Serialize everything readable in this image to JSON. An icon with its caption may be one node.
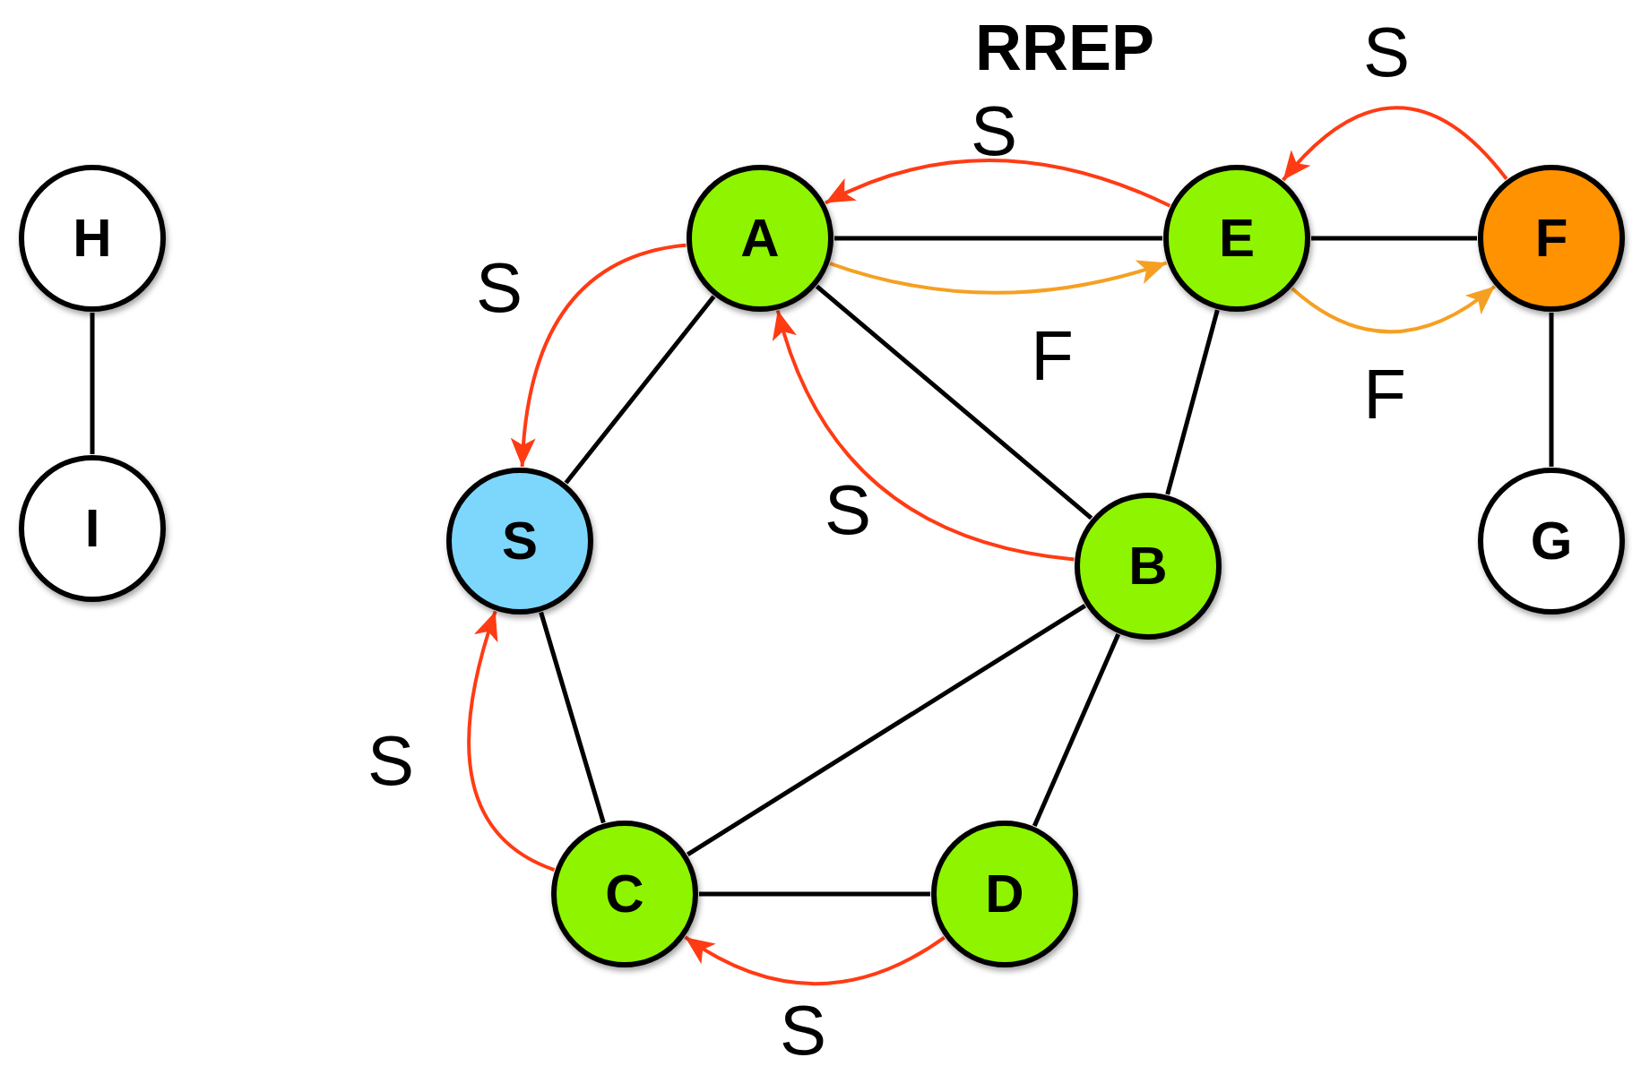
{
  "diagram": {
    "title": "RREP",
    "nodes": [
      {
        "text": [
          "H"
        ]
      },
      {
        "text": [
          "A"
        ]
      },
      {
        "text": [
          "E"
        ]
      },
      {
        "text": [
          "F"
        ]
      },
      {
        "text": [
          "I"
        ]
      },
      {
        "text": [
          "S"
        ]
      },
      {
        "text": [
          "B"
        ]
      },
      {
        "text": [
          "G"
        ]
      },
      {
        "text": [
          "C"
        ]
      },
      {
        "text": [
          "D"
        ]
      }
    ],
    "edges": [
      {
        "from": 0,
        "to": 4,
        "arrow": "none"
      },
      {
        "from": 1,
        "to": 2,
        "arrow": "none"
      },
      {
        "from": 2,
        "to": 3,
        "arrow": "none"
      },
      {
        "from": 1,
        "to": 5,
        "arrow": "none"
      },
      {
        "from": 1,
        "to": 6,
        "arrow": "none"
      },
      {
        "from": 2,
        "to": 6,
        "arrow": "none"
      },
      {
        "from": 3,
        "to": 7,
        "arrow": "none"
      },
      {
        "from": 5,
        "to": 8,
        "arrow": "none"
      },
      {
        "from": 6,
        "to": 8,
        "arrow": "none"
      },
      {
        "from": 6,
        "to": 9,
        "arrow": "none"
      },
      {
        "from": 8,
        "to": 9,
        "arrow": "none"
      },
      {
        "from": 2,
        "to": 1,
        "arrow": "to",
        "label": "S",
        "color": "#ff3b14"
      },
      {
        "from": 3,
        "to": 2,
        "arrow": "to",
        "label": "S",
        "color": "#ff3b14"
      },
      {
        "from": 1,
        "to": 5,
        "arrow": "to",
        "label": "S",
        "color": "#ff3b14"
      },
      {
        "from": 6,
        "to": 1,
        "arrow": "to",
        "label": "S",
        "color": "#ff3b14"
      },
      {
        "from": 8,
        "to": 5,
        "arrow": "to",
        "label": "S",
        "color": "#ff3b14"
      },
      {
        "from": 9,
        "to": 8,
        "arrow": "to",
        "label": "S",
        "color": "#ff3b14"
      },
      {
        "from": 1,
        "to": 2,
        "arrow": "to",
        "label": "F",
        "color": "#f5a023"
      },
      {
        "from": 2,
        "to": 3,
        "arrow": "to",
        "label": "F",
        "color": "#f5a023"
      }
    ]
  }
}
